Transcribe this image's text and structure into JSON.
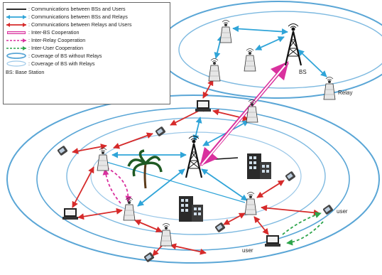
{
  "legend": {
    "items": [
      {
        "label": ": Communications between BSs and Users",
        "style": "solid",
        "color": "#111111"
      },
      {
        "label": ": Communications between BSs and Relays",
        "style": "solid",
        "color": "#2fa4d8"
      },
      {
        "label": ": Communications between Relays and Users",
        "style": "solid",
        "color": "#d62a2a"
      },
      {
        "label": ": Inter-BS Cooperation",
        "style": "double",
        "color": "#d9319e"
      },
      {
        "label": ": Inter-Relay Cooperation",
        "style": "dashed",
        "color": "#d9319e"
      },
      {
        "label": ": Inter-User Cooperation",
        "style": "dashed",
        "color": "#2ca44a"
      },
      {
        "label": ": Coverage of BS without Relays",
        "style": "ellipse",
        "color": "#5aa6d6"
      },
      {
        "label": ": Coverage of BS with Relays",
        "style": "ellipse-thin",
        "color": "#9cc8e8"
      }
    ],
    "bs_note": "BS: Base Station"
  },
  "labels": {
    "bs": "BS",
    "relay": "Relay",
    "user1": "user",
    "user2": "user"
  },
  "colors": {
    "bs_user": "#111111",
    "bs_relay": "#2fa4d8",
    "relay_user": "#d62a2a",
    "inter_bs": "#d9319e",
    "inter_relay": "#d9319e",
    "inter_user": "#2ca44a",
    "coverage": "#5aa6d6"
  }
}
